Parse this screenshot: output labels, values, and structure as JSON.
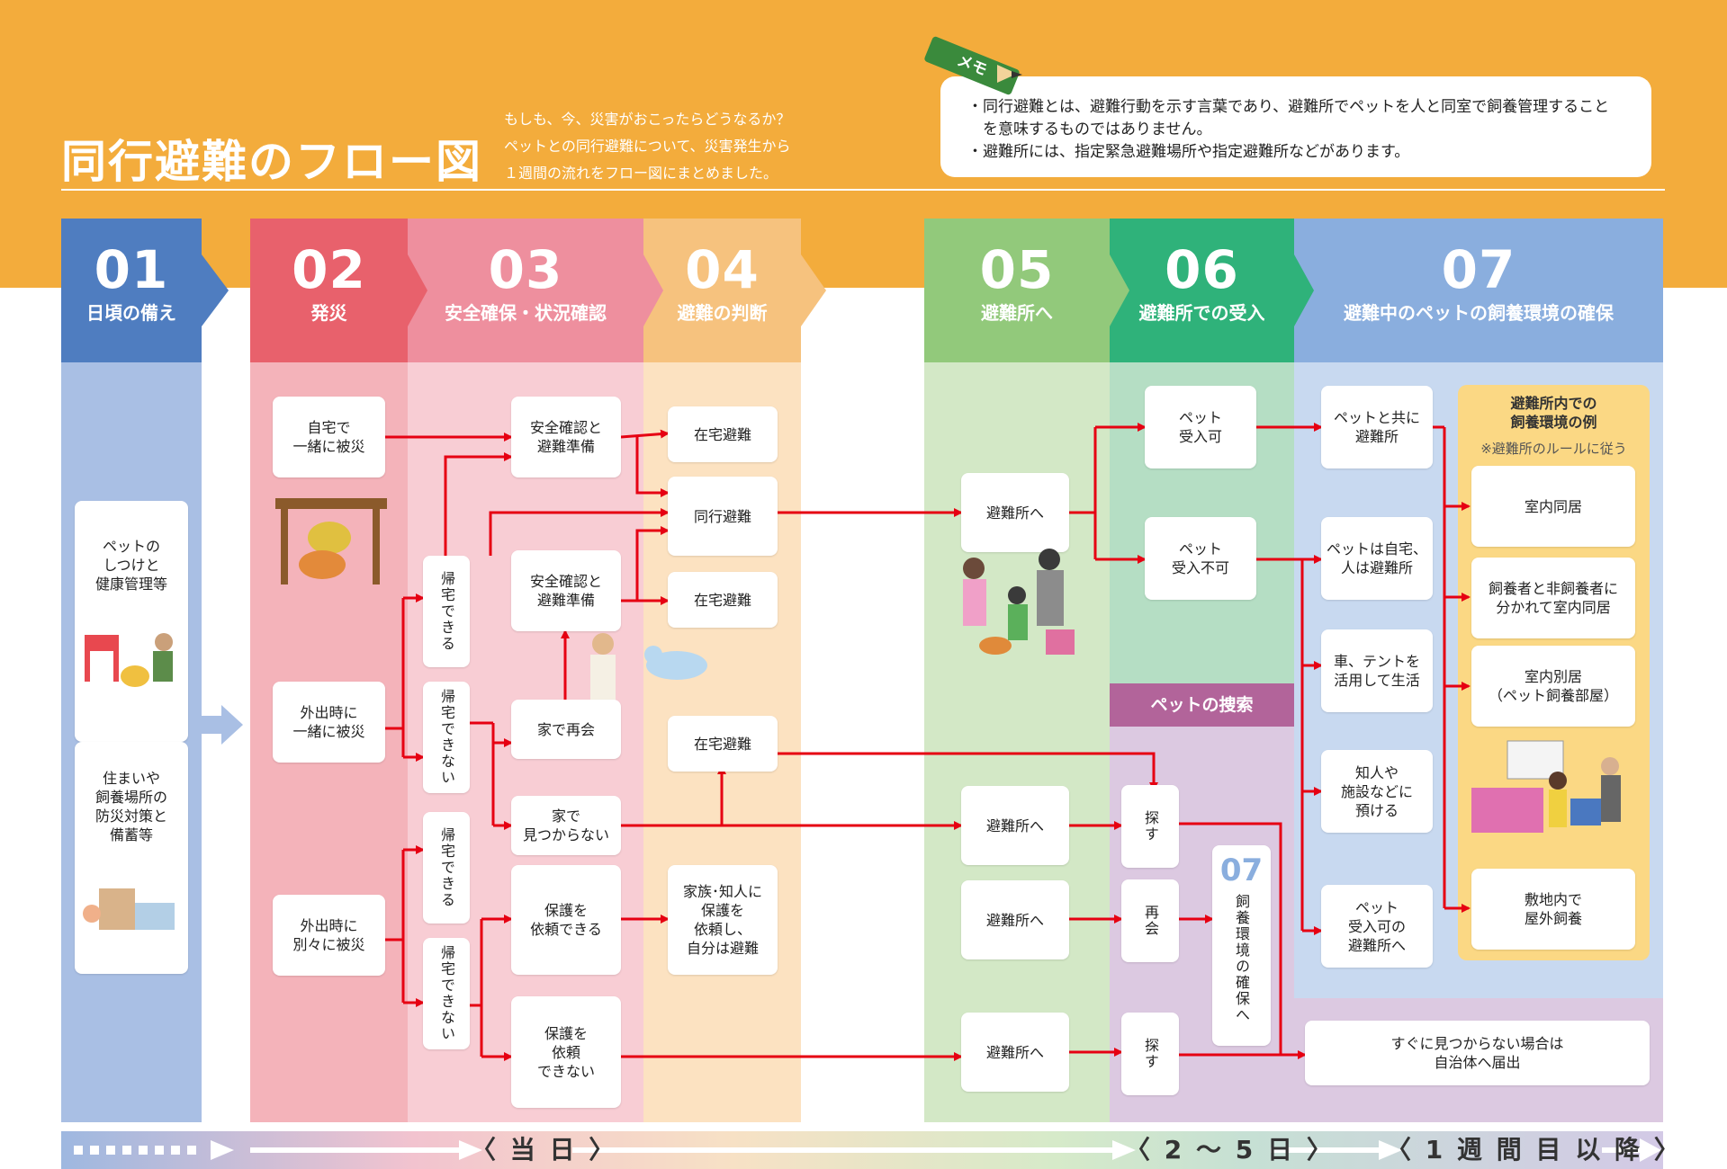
{
  "header": {
    "title": "同行避難のフロー図",
    "intro": [
      "もしも、今、災害がおこったらどうなるか？",
      "ペットとの同行避難について、災害発生から",
      "１週間の流れをフロー図にまとめました。"
    ],
    "memo_tag": "メモ",
    "memo_lines": [
      "・同行避難とは、避難行動を示す言葉であり、避難所でペットを人と同室で飼養管理すること",
      "　を意味するものではありません。",
      "・避難所には、指定緊急避難場所や指定避難所などがあります。"
    ]
  },
  "columns": [
    {
      "num": "01",
      "label": "日頃の備え",
      "color": "#4f7dc0"
    },
    {
      "num": "02",
      "label": "発災",
      "color": "#e8616c"
    },
    {
      "num": "03",
      "label": "安全確保・状況確認",
      "color": "#ee8f9e"
    },
    {
      "num": "04",
      "label": "避難の判断",
      "color": "#f6c27e"
    },
    {
      "num": "05",
      "label": "避難所へ",
      "color": "#92c97b"
    },
    {
      "num": "06",
      "label": "避難所での受入",
      "color": "#2fb27a"
    },
    {
      "num": "07",
      "label": "避難中のペットの飼養環境の確保",
      "color": "#8aaede"
    }
  ],
  "boxes": {
    "c01_a": "ペットの\nしつけと\n健康管理等",
    "c01_b": "住まいや\n飼養場所の\n防災対策と\n備蓄等",
    "c02_a": "自宅で\n一緒に被災",
    "c02_b": "外出時に\n一緒に被災",
    "c02_c": "外出時に\n別々に被災",
    "v_kitaku1": "帰宅できる",
    "v_kitaku_no1": "帰宅できない",
    "v_kitaku2": "帰宅できる",
    "v_kitaku_no2": "帰宅できない",
    "c03_a": "安全確認と\n避難準備",
    "c03_b": "安全確認と\n避難準備",
    "c03_c": "家で再会",
    "c03_d": "家で\n見つからない",
    "c03_e": "保護を\n依頼できる",
    "c03_f": "保護を\n依頼\nできない",
    "c04_a": "在宅避難",
    "c04_b": "同行避難",
    "c04_c": "在宅避難",
    "c04_d": "在宅避難",
    "c04_e": "家族･知人に\n保護を\n依頼し、\n自分は避難",
    "c05_a": "避難所へ",
    "c05_b": "避難所へ",
    "c05_c": "避難所へ",
    "c05_d": "避難所へ",
    "c06_a": "ペット\n受入可",
    "c06_b": "ペット\n受入不可",
    "v_sagasu1": "探す",
    "v_saikai": "再会",
    "v_sagasu2": "探す",
    "search_band": "ペットの捜索",
    "v07_num": "07",
    "v07_text": "飼養環境の確保へ",
    "c07_a": "ペットと共に\n避難所",
    "c07_b": "ペットは自宅、\n人は避難所",
    "c07_c": "車、テントを\n活用して生活",
    "c07_d": "知人や\n施設などに\n預ける",
    "c07_e": "ペット\n受入可の\n避難所へ",
    "c07_f": "すぐに見つからない場合は\n自治体へ届出",
    "ex_title": "避難所内での\n飼養環境の例",
    "ex_note": "※避難所のルールに従う",
    "ex_a": "室内同居",
    "ex_b": "飼養者と非飼養者に\n分かれて室内同居",
    "ex_c": "室内別居\n（ペット飼養部屋）",
    "ex_d": "敷地内で\n屋外飼養"
  },
  "timeline": {
    "day0": "〈 当 日 〉",
    "days": "〈 2 ～ 5 日 〉",
    "week": "〈 1 週 間 目 以 降 〉"
  },
  "colors": {
    "arrow": "#e60012",
    "orange": "#f3ac3c"
  }
}
